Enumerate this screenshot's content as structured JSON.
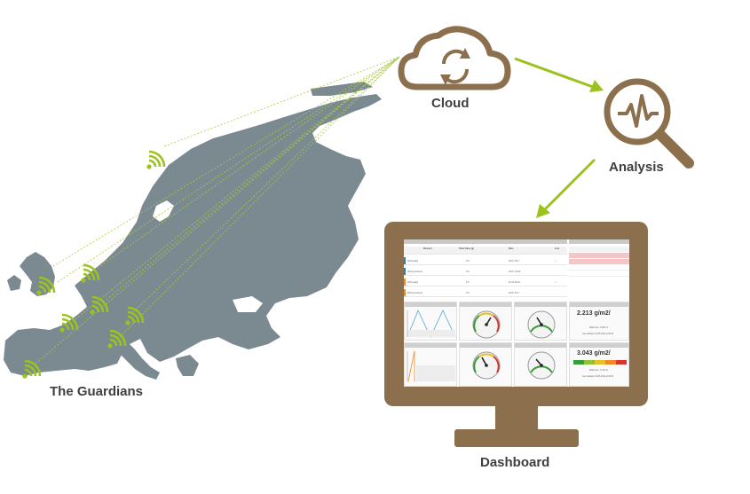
{
  "labels": {
    "cloud": "Cloud",
    "analysis": "Analysis",
    "guardians": "The Guardians",
    "dashboard": "Dashboard"
  },
  "colors": {
    "brown": "#8c6f4d",
    "green": "#9bc31f",
    "map": "#7b8991",
    "label": "#3f3f3f"
  },
  "icons": {
    "cloud": "cloud-sync-icon",
    "analysis": "magnifier-waveform-icon",
    "sensor": "wireless-signal-icon"
  },
  "dashboard": {
    "table_headers": [
      "Element",
      "Peak Value (g)",
      "Date",
      "Link"
    ],
    "rows": [
      {
        "name": "AFS (east)",
        "value": "3.0",
        "date": "23.6 / 8.17",
        "link": "✓"
      },
      {
        "name": "AFS (previous)",
        "value": "3.0",
        "date": "23.6 / 13.00",
        "link": ""
      },
      {
        "name": "AFS (east)",
        "value": "2.0",
        "date": "11.01 23:10",
        "link": "✓"
      },
      {
        "name": "AFS (previous)",
        "value": "3.0",
        "date": "23.6 / 8.17",
        "link": ""
      }
    ],
    "corrosion_1": "2.213 g/m2/",
    "corrosion_2": "3.043 g/m2/",
    "difference_1": "Difference: -0.284 %",
    "difference_2": "Difference: -0.310 %",
    "updated_1": "Last updated: 22.06.2021 at 00:00",
    "updated_2": "Last updated: 22.06.2021 at 00:00"
  }
}
